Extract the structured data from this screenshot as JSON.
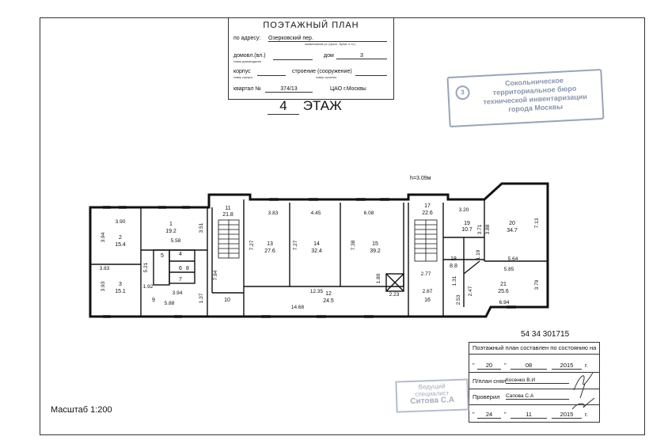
{
  "title": {
    "heading": "ПОЭТАЖНЫЙ ПЛАН",
    "address_label": "по адресу:",
    "address_value": "Озерковский пер.",
    "address_hint": "наименование ул. (просп., бульв. и т.п.)",
    "domovl_label": "домовл.(вл.)",
    "domovl_hint": "номер домовладения",
    "dom_label": "дом",
    "dom_value": "3",
    "korpus_label": "корпус",
    "korpus_hint": "номер корпуса",
    "stroenie_label": "строение (сооружение)",
    "stroenie_hint": "номер строения",
    "kvartal_label": "квартал №",
    "kvartal_value": "374/13",
    "district_value": "ЦАО г.Москвы"
  },
  "floor": {
    "number": "4",
    "label": "ЭТАЖ"
  },
  "height_note": "h=3.09м",
  "stamp_main": {
    "circle": "3",
    "lines": [
      "Сокольническое",
      "территориальное бюро",
      "технической инвентаризации",
      "города Москвы"
    ]
  },
  "stamp_secondary": {
    "lines": [
      "Ведущий",
      "специалист"
    ],
    "name": "Ситова С.А"
  },
  "doc_number": "54 34 301715",
  "info": {
    "header": "Поэтажный план составлен по состоянию на",
    "date1_day": "20",
    "date1_month": "08",
    "date1_year": "2015",
    "year_suffix": "г.",
    "surveyed_label": "П/план снял",
    "surveyed_name": "Косенко В.И",
    "checked_label": "Проверил",
    "checked_name": "Сапова С.А",
    "date2_day": "24",
    "date2_month": "11",
    "date2_year": "2015"
  },
  "scale": "Масштаб 1:200",
  "rooms": [
    {
      "id": "1",
      "area": "19.2"
    },
    {
      "id": "2",
      "area": "15.4"
    },
    {
      "id": "3",
      "area": "15.1"
    },
    {
      "id": "4",
      "area": ""
    },
    {
      "id": "5",
      "area": ""
    },
    {
      "id": "6",
      "area": ""
    },
    {
      "id": "7",
      "area": ""
    },
    {
      "id": "8",
      "area": ""
    },
    {
      "id": "9",
      "area": ""
    },
    {
      "id": "10",
      "area": ""
    },
    {
      "id": "11",
      "area": "21.8"
    },
    {
      "id": "12",
      "area": "24.5"
    },
    {
      "id": "13",
      "area": "27.6"
    },
    {
      "id": "14",
      "area": "32.4"
    },
    {
      "id": "15",
      "area": "39.2"
    },
    {
      "id": "16",
      "area": ""
    },
    {
      "id": "17",
      "area": "22.6"
    },
    {
      "id": "18",
      "area": "8.8"
    },
    {
      "id": "19",
      "area": "10.7"
    },
    {
      "id": "20",
      "area": "34.7"
    },
    {
      "id": "21",
      "area": "25.6"
    }
  ],
  "dims": [
    "3.90",
    "3.94",
    "5.58",
    "3.51",
    "3.83",
    "3.93",
    "5.21",
    "1.92",
    "3.94",
    "5.88",
    "1.37",
    "7.94",
    "3.83",
    "4.45",
    "6.08",
    "7.27",
    "7.27",
    "7.38",
    "1.80",
    "12.35",
    "14.68",
    "2.23",
    "2.77",
    "2.67",
    "3.20",
    "3.71",
    "3.88",
    "7.13",
    "5.64",
    "5.85",
    "1.31",
    "1.19",
    "2.53",
    "2.47",
    "3.79",
    "6.94"
  ]
}
